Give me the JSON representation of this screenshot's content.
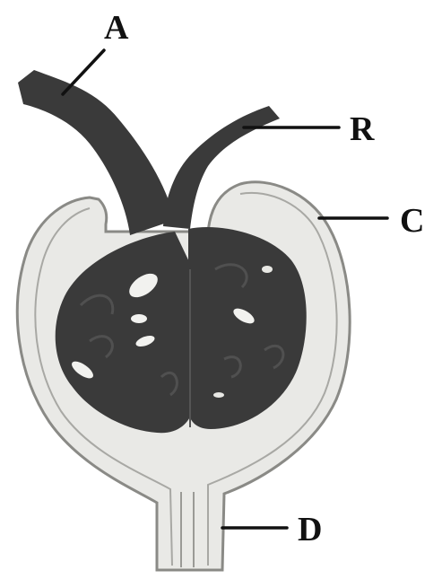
{
  "labels": {
    "a": "A",
    "b": "R",
    "c": "C",
    "d": "D"
  },
  "colors": {
    "background": "#ffffff",
    "capsule_fill": "#e9e9e6",
    "capsule_outline": "#8a8a86",
    "tissue": "#3a3a3a",
    "tissue_dark": "#2a2a2a",
    "lumen": "#f2f2ef",
    "ink": "#111111"
  }
}
